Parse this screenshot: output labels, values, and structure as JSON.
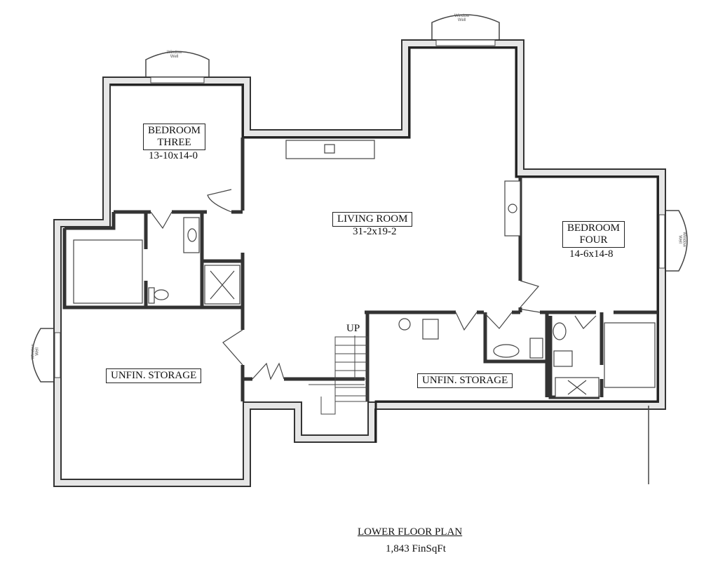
{
  "rooms": {
    "bedroom_three": {
      "name_line1": "BEDROOM",
      "name_line2": "THREE",
      "dims": "13-10x14-0"
    },
    "living_room": {
      "name": "LIVING ROOM",
      "dims": "31-2x19-2"
    },
    "bedroom_four": {
      "name_line1": "BEDROOM",
      "name_line2": "FOUR",
      "dims": "14-6x14-8"
    },
    "storage_left": {
      "name": "UNFIN. STORAGE"
    },
    "storage_right": {
      "name": "UNFIN. STORAGE"
    }
  },
  "stairs_label": "UP",
  "window_well": {
    "line1": "Window",
    "line2": "Well"
  },
  "footer": {
    "title": "LOWER FLOOR PLAN",
    "area": "1,843 FinSqFt"
  },
  "colors": {
    "wall": "#333333",
    "wall_fill": "#e6e6e6"
  }
}
